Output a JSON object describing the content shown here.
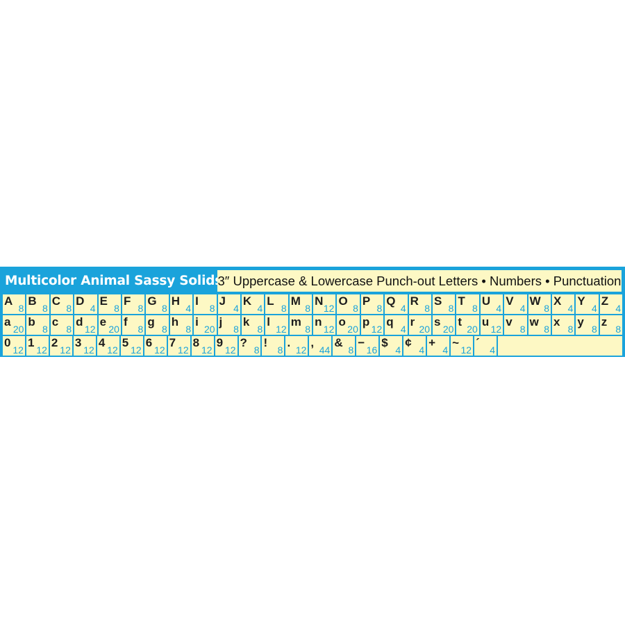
{
  "header": {
    "brand": "Multicolor Animal Sassy Solids",
    "subtitle": "3″ Uppercase & Lowercase Punch-out Letters • Numbers • Punctuation"
  },
  "colors": {
    "accent": "#1aa3db",
    "cell_background": "#fdf8c4",
    "glyph": "#1d1d1d"
  },
  "rows": {
    "upper": [
      {
        "glyph": "A",
        "count": "8"
      },
      {
        "glyph": "B",
        "count": "8"
      },
      {
        "glyph": "C",
        "count": "8"
      },
      {
        "glyph": "D",
        "count": "4"
      },
      {
        "glyph": "E",
        "count": "8"
      },
      {
        "glyph": "F",
        "count": "8"
      },
      {
        "glyph": "G",
        "count": "8"
      },
      {
        "glyph": "H",
        "count": "4"
      },
      {
        "glyph": "I",
        "count": "8"
      },
      {
        "glyph": "J",
        "count": "4"
      },
      {
        "glyph": "K",
        "count": "4"
      },
      {
        "glyph": "L",
        "count": "8"
      },
      {
        "glyph": "M",
        "count": "8"
      },
      {
        "glyph": "N",
        "count": "12"
      },
      {
        "glyph": "O",
        "count": "8"
      },
      {
        "glyph": "P",
        "count": "8"
      },
      {
        "glyph": "Q",
        "count": "4"
      },
      {
        "glyph": "R",
        "count": "8"
      },
      {
        "glyph": "S",
        "count": "8"
      },
      {
        "glyph": "T",
        "count": "8"
      },
      {
        "glyph": "U",
        "count": "4"
      },
      {
        "glyph": "V",
        "count": "4"
      },
      {
        "glyph": "W",
        "count": "8"
      },
      {
        "glyph": "X",
        "count": "4"
      },
      {
        "glyph": "Y",
        "count": "4"
      },
      {
        "glyph": "Z",
        "count": "4"
      }
    ],
    "lower": [
      {
        "glyph": "a",
        "count": "20"
      },
      {
        "glyph": "b",
        "count": "8"
      },
      {
        "glyph": "c",
        "count": "8"
      },
      {
        "glyph": "d",
        "count": "12"
      },
      {
        "glyph": "e",
        "count": "20"
      },
      {
        "glyph": "f",
        "count": "8"
      },
      {
        "glyph": "g",
        "count": "8"
      },
      {
        "glyph": "h",
        "count": "8"
      },
      {
        "glyph": "i",
        "count": "20"
      },
      {
        "glyph": "j",
        "count": "8"
      },
      {
        "glyph": "k",
        "count": "8"
      },
      {
        "glyph": "l",
        "count": "12"
      },
      {
        "glyph": "m",
        "count": "8"
      },
      {
        "glyph": "n",
        "count": "12"
      },
      {
        "glyph": "o",
        "count": "20"
      },
      {
        "glyph": "p",
        "count": "12"
      },
      {
        "glyph": "q",
        "count": "4"
      },
      {
        "glyph": "r",
        "count": "20"
      },
      {
        "glyph": "s",
        "count": "20"
      },
      {
        "glyph": "t",
        "count": "20"
      },
      {
        "glyph": "u",
        "count": "12"
      },
      {
        "glyph": "v",
        "count": "8"
      },
      {
        "glyph": "w",
        "count": "8"
      },
      {
        "glyph": "x",
        "count": "8"
      },
      {
        "glyph": "y",
        "count": "8"
      },
      {
        "glyph": "z",
        "count": "8"
      }
    ],
    "misc": [
      {
        "glyph": "0",
        "count": "12"
      },
      {
        "glyph": "1",
        "count": "12"
      },
      {
        "glyph": "2",
        "count": "12"
      },
      {
        "glyph": "3",
        "count": "12"
      },
      {
        "glyph": "4",
        "count": "12"
      },
      {
        "glyph": "5",
        "count": "12"
      },
      {
        "glyph": "6",
        "count": "12"
      },
      {
        "glyph": "7",
        "count": "12"
      },
      {
        "glyph": "8",
        "count": "12"
      },
      {
        "glyph": "9",
        "count": "12"
      },
      {
        "glyph": "?",
        "count": "8"
      },
      {
        "glyph": "!",
        "count": "8"
      },
      {
        "glyph": ".",
        "count": "12"
      },
      {
        "glyph": ",",
        "count": "44"
      },
      {
        "glyph": "&",
        "count": "8"
      },
      {
        "glyph": "−",
        "count": "16"
      },
      {
        "glyph": "$",
        "count": "4"
      },
      {
        "glyph": "¢",
        "count": "4"
      },
      {
        "glyph": "+",
        "count": "4"
      },
      {
        "glyph": "~",
        "count": "12"
      },
      {
        "glyph": "´",
        "count": "4"
      }
    ]
  }
}
